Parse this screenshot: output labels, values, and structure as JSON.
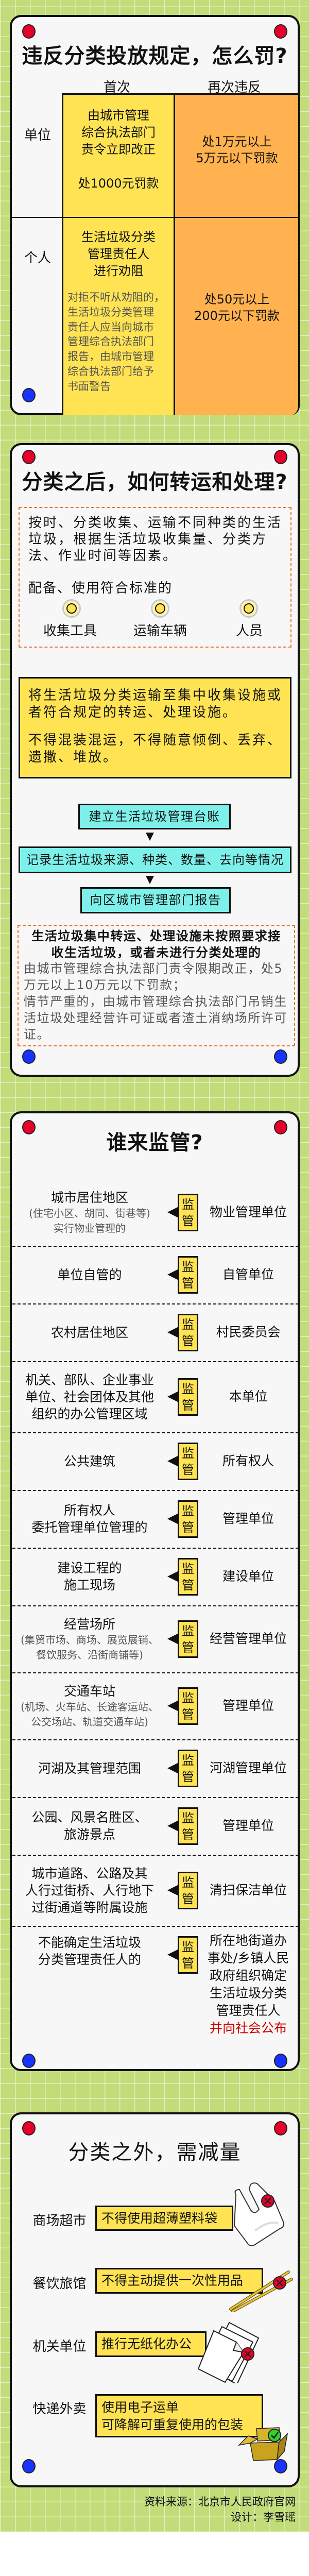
{
  "colors": {
    "background": "#c1dc79",
    "first_offense": "#ffe352",
    "repeat_offense": "#ffb24f",
    "flow_box": "#7ef0ea",
    "badge": "#ffe352",
    "highlight_red": "#cc0000",
    "dashed_border": "#e8742a"
  },
  "penalty": {
    "title": "违反分类投放规定，怎么罚?",
    "col_headers": [
      "首次",
      "再次违反"
    ],
    "rows": [
      {
        "label": "单位",
        "first": "由城市管理\n综合执法部门\n责令立即改正\n\n处1000元罚款",
        "repeat": "处1万元以上\n5万元以下罚款"
      },
      {
        "label": "个人",
        "first": "生活垃圾分类\n管理责任人\n进行劝阻",
        "first_note": "对拒不听从劝阻的，\n生活垃圾分类管理\n责任人应当向城市\n管理综合执法部门\n报告，由城市管理\n综合执法部门给予\n书面警告",
        "repeat": "处50元以上\n200元以下罚款"
      }
    ]
  },
  "transport": {
    "title": "分类之后，如何转运和处理?",
    "intro": "按时、分类收集、运输不同种类的生活垃圾，根据生活垃圾收集量、分类方法、作业时间等因素。",
    "equip_label": "配备、使用符合标准的",
    "equip_items": [
      "收集工具",
      "运输车辆",
      "人员"
    ],
    "rule_1": "将生活垃圾分类运输至集中收集设施或者符合规定的转运、处理设施。",
    "rule_2": "不得混装混运，不得随意倾倒、丢弃、遗撒、堆放。",
    "steps": [
      "建立生活垃圾管理台账",
      "记录生活垃圾来源、种类、数量、去向等情况",
      "向区城市管理部门报告"
    ],
    "violation_heading": "生活垃圾集中转运、处理设施未按照要求接\n收生活垃圾，或者未进行分类处理的",
    "violation_text": "由城市管理综合执法部门责令限期改正，处5万元以上10万元以下罚款；\n情节严重的，由城市管理综合执法部门吊销生活垃圾处理经营许可证或者渣土消纳场所许可证。"
  },
  "supervision": {
    "title": "谁来监管?",
    "badge": "监\n管",
    "rows": [
      {
        "area": "城市居住地区",
        "area_note": "(住宅小区、胡同、街巷等)\n实行物业管理的",
        "supervisor": "物业管理单位"
      },
      {
        "area": "单位自管的",
        "supervisor": "自管单位"
      },
      {
        "area": "农村居住地区",
        "supervisor": "村民委员会"
      },
      {
        "area": "机关、部队、企业事业\n单位、社会团体及其他\n组织的办公管理区域",
        "supervisor": "本单位"
      },
      {
        "area": "公共建筑",
        "supervisor": "所有权人"
      },
      {
        "area": "所有权人\n委托管理单位管理的",
        "supervisor": "管理单位"
      },
      {
        "area": "建设工程的\n施工现场",
        "supervisor": "建设单位"
      },
      {
        "area": "经营场所",
        "area_note": "(集贸市场、商场、展览展销、\n餐饮服务、沿街商铺等)",
        "supervisor": "经营管理单位"
      },
      {
        "area": "交通车站",
        "area_note": "(机场、火车站、长途客运站、\n公交场站、轨道交通车站)",
        "supervisor": "管理单位"
      },
      {
        "area": "河湖及其管理范围",
        "supervisor": "河湖管理单位"
      },
      {
        "area": "公园、风景名胜区、\n旅游景点",
        "supervisor": "管理单位"
      },
      {
        "area": "城市道路、公路及其\n人行过街桥、人行地下\n过街通道等附属设施",
        "supervisor": "清扫保洁单位"
      },
      {
        "area": "不能确定生活垃圾\n分类管理责任人的",
        "supervisor": "所在地街道办\n事处/乡镇人民\n政府组织确定\n生活垃圾分类\n管理责任人",
        "supervisor_note": "并向社会公布"
      }
    ]
  },
  "reduction": {
    "title": "分类之外，需减量",
    "rows": [
      {
        "sector": "商场超市",
        "rule": "不得使用超薄塑料袋",
        "icon": "plastic-bag-prohibited-icon"
      },
      {
        "sector": "餐饮旅馆",
        "rule": "不得主动提供一次性用品",
        "icon": "chopsticks-prohibited-icon"
      },
      {
        "sector": "机关单位",
        "rule": "推行无纸化办公",
        "icon": "paper-prohibited-icon"
      },
      {
        "sector": "快递外卖",
        "rule": "使用电子运单\n可降解可重复使用的包装",
        "icon": "cardboard-box-approved-icon"
      }
    ]
  },
  "footer": {
    "source": "资料来源：北京市人民政府官网",
    "designer": "设计：李雪瑶"
  }
}
